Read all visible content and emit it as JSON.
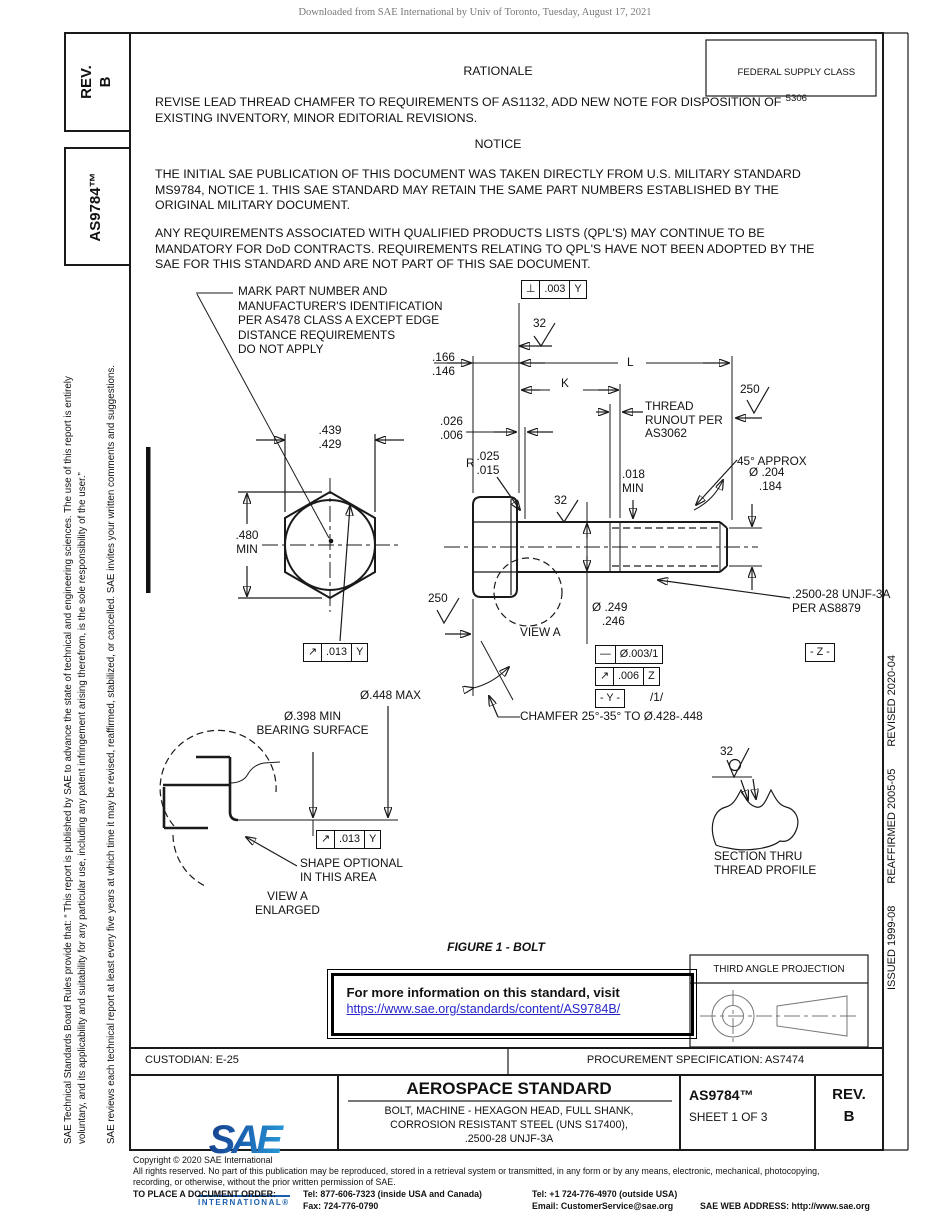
{
  "watermark": "Downloaded from SAE International by Univ of Toronto, Tuesday, August 17, 2021",
  "margin": {
    "rev": "REV.\nB",
    "doc": "AS9784™",
    "disclaimer1": "SAE Technical Standards Board Rules provide that: “ This report is published by SAE to advance the state of technical and engineering sciences. The use of this report is entirely\nvoluntary, and its applicability and suitability for any particular use, including any patent infringement arising therefrom, is the sole responsibility of the user.”",
    "disclaimer2": "SAE reviews each technical report at least every five years at which time it may be revised, reaffirmed, stabilized, or cancelled. SAE invites your written comments and suggestions.",
    "issued": "ISSUED 1999-08",
    "reaffirmed": "REAFFIRMED 2005-05",
    "revised": "REVISED 2020-04"
  },
  "header": {
    "fsc_label": "FEDERAL SUPPLY CLASS",
    "fsc_value": "5306",
    "rationale_title": "RATIONALE",
    "rationale_body": "REVISE LEAD THREAD CHAMFER TO REQUIREMENTS OF AS1132, ADD NEW NOTE FOR DISPOSITION OF\nEXISTING INVENTORY, MINOR EDITORIAL REVISIONS.",
    "notice_title": "NOTICE",
    "notice_p1": "THE INITIAL SAE PUBLICATION OF THIS DOCUMENT WAS TAKEN DIRECTLY FROM U.S. MILITARY STANDARD\nMS9784, NOTICE 1. THIS SAE STANDARD MAY RETAIN THE SAME PART NUMBERS ESTABLISHED BY THE\nORIGINAL MILITARY DOCUMENT.",
    "notice_p2": "ANY REQUIREMENTS ASSOCIATED WITH QUALIFIED PRODUCTS LISTS (QPL'S) MAY CONTINUE TO BE\nMANDATORY FOR DoD CONTRACTS. REQUIREMENTS RELATING TO QPL'S HAVE NOT BEEN ADOPTED BY THE\nSAE FOR THIS STANDARD AND ARE NOT PART OF THIS SAE DOCUMENT."
  },
  "figure": {
    "caption": "FIGURE 1 - BOLT",
    "mark_note": "MARK PART NUMBER AND\nMANUFACTURER'S IDENTIFICATION\nPER AS478 CLASS A EXCEPT EDGE\nDISTANCE REQUIREMENTS\nDO NOT APPLY",
    "dim_head_width": ".439\n.429",
    "dim_head_corner": ".480\nMIN",
    "dim_head_thickness": ".166\n.146",
    "dim_L": "L",
    "dim_K": "K",
    "dim_fillet": ".026\n.006",
    "radius_label": "R",
    "radius_val": ".025\n.015",
    "finish_32": "32",
    "finish_250": "250",
    "thread_runout": "THREAD\nRUNOUT PER\nAS3062",
    "angle_45": "45° APPROX",
    "dim_018": ".018\nMIN",
    "dia_204": "Ø .204\n   .184",
    "dia_249": "Ø .249\n   .246",
    "thread_spec": ".2500-28 UNJF-3A\nPER AS8879",
    "datum_z": "- Z -",
    "datum_y": "- Y -",
    "per_unit": "/1/",
    "fcf_perp": {
      "sym": "⊥",
      "val": ".003",
      "datum": "Y"
    },
    "fcf_runout_013": {
      "sym": "↗",
      "val": ".013",
      "datum": "Y"
    },
    "fcf_straightness": {
      "sym": "—",
      "val": "Ø.003/1"
    },
    "fcf_runout_006": {
      "sym": "↗",
      "val": ".006",
      "datum": "Z"
    },
    "view_a": "VIEW A",
    "chamfer_note": "CHAMFER 25°-35° TO Ø.428-.448",
    "dia_448": "Ø.448 MAX",
    "dia_398": "Ø.398 MIN\nBEARING SURFACE",
    "shape_note": "SHAPE OPTIONAL\nIN THIS AREA",
    "view_a_enlarged": "VIEW A\nENLARGED",
    "section_note": "SECTION THRU\nTHREAD PROFILE"
  },
  "info_box": {
    "line1": "For more information on this standard, visit",
    "link": "https://www.sae.org/standards/content/AS9784B/"
  },
  "projection": {
    "title": "THIRD ANGLE PROJECTION"
  },
  "block": {
    "custodian": "CUSTODIAN: E-25",
    "procurement": "PROCUREMENT SPECIFICATION: AS7474",
    "logo_text": "SAE",
    "logo_sub": "INTERNATIONAL®",
    "standard_type": "AEROSPACE STANDARD",
    "title": "BOLT, MACHINE - HEXAGON HEAD, FULL SHANK,\nCORROSION RESISTANT STEEL (UNS S17400),\n.2500-28 UNJF-3A",
    "doc_number": "AS9784™",
    "sheet": "SHEET 1 OF 3",
    "rev_label": "REV.",
    "rev_value": "B"
  },
  "footer": {
    "copyright": "Copyright © 2020 SAE International",
    "rights": "All rights reserved. No part of this publication may be reproduced, stored in a retrieval system or transmitted, in any form or by any means, electronic, mechanical, photocopying,\nrecording, or otherwise, without the prior written permission of SAE.",
    "order_label": "TO PLACE A DOCUMENT ORDER:",
    "tel_inside": "Tel: 877-606-7323 (inside USA and Canada)",
    "tel_outside": "Tel: +1 724-776-4970 (outside USA)",
    "fax": "Fax: 724-776-0790",
    "email": "Email: CustomerService@sae.org",
    "web": "SAE WEB ADDRESS: http://www.sae.org"
  }
}
